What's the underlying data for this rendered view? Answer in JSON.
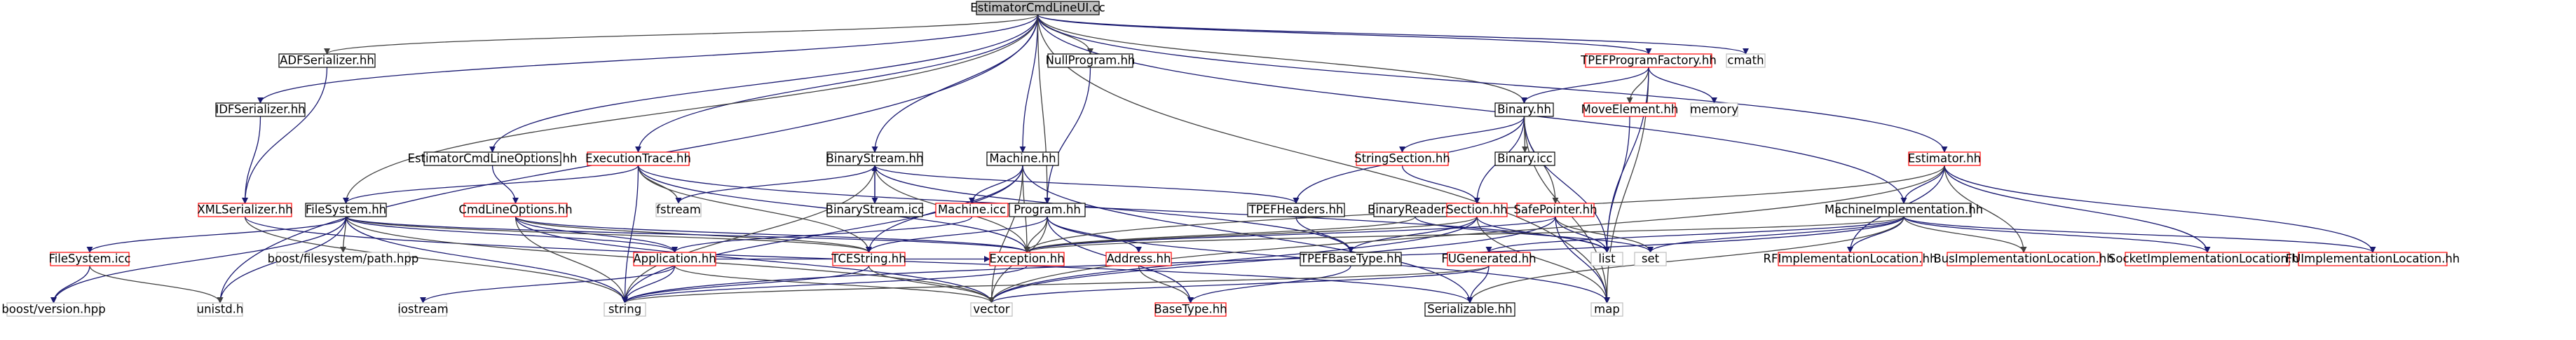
{
  "colors": {
    "main_fill": "#bfbfbf",
    "main_stroke": "#000000",
    "linked_stroke": "#ff0000",
    "plain_stroke": "#bfbfbf",
    "text": "#000000",
    "edge_mid": "#191970",
    "edge_dark": "#404040"
  },
  "nodes": [
    {
      "id": "main",
      "label": "EstimatorCmdLineUI.cc",
      "kind": "main"
    },
    {
      "id": "adfser",
      "label": "ADFSerializer.hh",
      "kind": "black"
    },
    {
      "id": "idfser",
      "label": "IDFSerializer.hh",
      "kind": "black"
    },
    {
      "id": "xmlser",
      "label": "XMLSerializer.hh",
      "kind": "red"
    },
    {
      "id": "nullprog",
      "label": "NullProgram.hh",
      "kind": "black"
    },
    {
      "id": "tpefpf",
      "label": "TPEFProgramFactory.hh",
      "kind": "red"
    },
    {
      "id": "cmath",
      "label": "cmath",
      "kind": "plain"
    },
    {
      "id": "moveel",
      "label": "MoveElement.hh",
      "kind": "red"
    },
    {
      "id": "memory",
      "label": "memory",
      "kind": "plain"
    },
    {
      "id": "binary",
      "label": "Binary.hh",
      "kind": "black"
    },
    {
      "id": "strsec",
      "label": "StringSection.hh",
      "kind": "red"
    },
    {
      "id": "binicc",
      "label": "Binary.icc",
      "kind": "black"
    },
    {
      "id": "estcmdopt",
      "label": "EstimatorCmdLineOptions.hh",
      "kind": "black"
    },
    {
      "id": "cmdopt",
      "label": "CmdLineOptions.hh",
      "kind": "red"
    },
    {
      "id": "exectrace",
      "label": "ExecutionTrace.hh",
      "kind": "red"
    },
    {
      "id": "filesys",
      "label": "FileSystem.hh",
      "kind": "black"
    },
    {
      "id": "filesysicc",
      "label": "FileSystem.icc",
      "kind": "red"
    },
    {
      "id": "boostver",
      "label": "boost/version.hpp",
      "kind": "plain"
    },
    {
      "id": "unistd",
      "label": "unistd.h",
      "kind": "plain"
    },
    {
      "id": "boostfs",
      "label": "boost/filesystem/path.hpp",
      "kind": "plain"
    },
    {
      "id": "fstream",
      "label": "fstream",
      "kind": "plain"
    },
    {
      "id": "binstream",
      "label": "BinaryStream.hh",
      "kind": "black"
    },
    {
      "id": "binstreamicc",
      "label": "BinaryStream.icc",
      "kind": "black"
    },
    {
      "id": "machine",
      "label": "Machine.hh",
      "kind": "black"
    },
    {
      "id": "machineicc",
      "label": "Machine.icc",
      "kind": "red"
    },
    {
      "id": "program",
      "label": "Program.hh",
      "kind": "black"
    },
    {
      "id": "address",
      "label": "Address.hh",
      "kind": "red"
    },
    {
      "id": "basetype",
      "label": "BaseType.hh",
      "kind": "red"
    },
    {
      "id": "tpefhdr",
      "label": "TPEFHeaders.hh",
      "kind": "black"
    },
    {
      "id": "tpefbase",
      "label": "TPEFBaseType.hh",
      "kind": "black"
    },
    {
      "id": "binreader",
      "label": "BinaryReader.hh",
      "kind": "black"
    },
    {
      "id": "section",
      "label": "Section.hh",
      "kind": "red"
    },
    {
      "id": "safeptr",
      "label": "SafePointer.hh",
      "kind": "red"
    },
    {
      "id": "list",
      "label": "list",
      "kind": "plain"
    },
    {
      "id": "set",
      "label": "set",
      "kind": "plain"
    },
    {
      "id": "estimator",
      "label": "Estimator.hh",
      "kind": "red"
    },
    {
      "id": "machimpl",
      "label": "MachineImplementation.hh",
      "kind": "black"
    },
    {
      "id": "fugen",
      "label": "FUGenerated.hh",
      "kind": "red"
    },
    {
      "id": "serializable",
      "label": "Serializable.hh",
      "kind": "black"
    },
    {
      "id": "rfimpl",
      "label": "RFImplementationLocation.hh",
      "kind": "red"
    },
    {
      "id": "busimpl",
      "label": "BusImplementationLocation.hh",
      "kind": "red"
    },
    {
      "id": "sockimpl",
      "label": "SocketImplementationLocation.hh",
      "kind": "red"
    },
    {
      "id": "fuimpl",
      "label": "FUImplementationLocation.hh",
      "kind": "red"
    },
    {
      "id": "map",
      "label": "map",
      "kind": "plain"
    },
    {
      "id": "app",
      "label": "Application.hh",
      "kind": "red"
    },
    {
      "id": "tcestr",
      "label": "TCEString.hh",
      "kind": "red"
    },
    {
      "id": "exception",
      "label": "Exception.hh",
      "kind": "red"
    },
    {
      "id": "iostream",
      "label": "iostream",
      "kind": "plain"
    },
    {
      "id": "string",
      "label": "string",
      "kind": "plain"
    },
    {
      "id": "vector",
      "label": "vector",
      "kind": "plain"
    }
  ],
  "edges": [
    [
      "main",
      "adfser"
    ],
    [
      "main",
      "idfser"
    ],
    [
      "main",
      "unistd"
    ],
    [
      "main",
      "nullprog"
    ],
    [
      "main",
      "tpefpf"
    ],
    [
      "main",
      "cmath"
    ],
    [
      "main",
      "binary"
    ],
    [
      "main",
      "estcmdopt"
    ],
    [
      "main",
      "exectrace"
    ],
    [
      "main",
      "filesys"
    ],
    [
      "main",
      "binstream"
    ],
    [
      "main",
      "machine"
    ],
    [
      "main",
      "program"
    ],
    [
      "main",
      "estimator"
    ],
    [
      "main",
      "machimpl"
    ],
    [
      "main",
      "map"
    ],
    [
      "adfser",
      "xmlser"
    ],
    [
      "idfser",
      "xmlser"
    ],
    [
      "xmlser",
      "string"
    ],
    [
      "xmlser",
      "serializable"
    ],
    [
      "nullprog",
      "program"
    ],
    [
      "tpefpf",
      "moveel"
    ],
    [
      "tpefpf",
      "memory"
    ],
    [
      "tpefpf",
      "binary"
    ],
    [
      "tpefpf",
      "map"
    ],
    [
      "tpefpf",
      "list"
    ],
    [
      "moveel",
      "list"
    ],
    [
      "binary",
      "binicc"
    ],
    [
      "binary",
      "strsec"
    ],
    [
      "binary",
      "section"
    ],
    [
      "binary",
      "safeptr"
    ],
    [
      "binary",
      "tpefhdr"
    ],
    [
      "binary",
      "list"
    ],
    [
      "binary",
      "map"
    ],
    [
      "strsec",
      "section"
    ],
    [
      "estcmdopt",
      "cmdopt"
    ],
    [
      "cmdopt",
      "string"
    ],
    [
      "cmdopt",
      "app"
    ],
    [
      "cmdopt",
      "exception"
    ],
    [
      "cmdopt",
      "tcestr"
    ],
    [
      "cmdopt",
      "vector"
    ],
    [
      "exectrace",
      "filesys"
    ],
    [
      "exectrace",
      "fstream"
    ],
    [
      "exectrace",
      "string"
    ],
    [
      "exectrace",
      "exception"
    ],
    [
      "exectrace",
      "tcestr"
    ],
    [
      "exectrace",
      "list"
    ],
    [
      "filesys",
      "filesysicc"
    ],
    [
      "filesys",
      "boostfs"
    ],
    [
      "filesys",
      "unistd"
    ],
    [
      "filesys",
      "app"
    ],
    [
      "filesys",
      "tcestr"
    ],
    [
      "filesys",
      "exception"
    ],
    [
      "filesys",
      "string"
    ],
    [
      "filesys",
      "vector"
    ],
    [
      "filesys",
      "boostver"
    ],
    [
      "filesysicc",
      "boostver"
    ],
    [
      "filesysicc",
      "unistd"
    ],
    [
      "binstream",
      "fstream"
    ],
    [
      "binstream",
      "binstreamicc"
    ],
    [
      "binstream",
      "exception"
    ],
    [
      "binstream",
      "tpefhdr"
    ],
    [
      "binstream",
      "tpefbase"
    ],
    [
      "binstream",
      "string"
    ],
    [
      "binstreamicc",
      "binstream"
    ],
    [
      "machine",
      "machineicc"
    ],
    [
      "machine",
      "exception"
    ],
    [
      "machine",
      "tcestr"
    ],
    [
      "machine",
      "string"
    ],
    [
      "machine",
      "vector"
    ],
    [
      "machine",
      "serializable"
    ],
    [
      "machineicc",
      "app"
    ],
    [
      "program",
      "exception"
    ],
    [
      "program",
      "address"
    ],
    [
      "program",
      "basetype"
    ],
    [
      "program",
      "vector"
    ],
    [
      "program",
      "tcestr"
    ],
    [
      "program",
      "map"
    ],
    [
      "address",
      "basetype"
    ],
    [
      "tpefhdr",
      "tpefbase"
    ],
    [
      "tpefbase",
      "basetype"
    ],
    [
      "binreader",
      "exception"
    ],
    [
      "binreader",
      "set"
    ],
    [
      "section",
      "tpefbase"
    ],
    [
      "section",
      "exception"
    ],
    [
      "section",
      "list"
    ],
    [
      "section",
      "vector"
    ],
    [
      "section",
      "map"
    ],
    [
      "safeptr",
      "exception"
    ],
    [
      "safeptr",
      "list"
    ],
    [
      "safeptr",
      "set"
    ],
    [
      "safeptr",
      "map"
    ],
    [
      "safeptr",
      "vector"
    ],
    [
      "estimator",
      "exception"
    ],
    [
      "estimator",
      "machimpl"
    ],
    [
      "estimator",
      "rfimpl"
    ],
    [
      "estimator",
      "busimpl"
    ],
    [
      "estimator",
      "sockimpl"
    ],
    [
      "estimator",
      "fuimpl"
    ],
    [
      "estimator",
      "vector"
    ],
    [
      "machimpl",
      "fugen"
    ],
    [
      "machimpl",
      "rfimpl"
    ],
    [
      "machimpl",
      "busimpl"
    ],
    [
      "machimpl",
      "sockimpl"
    ],
    [
      "machimpl",
      "fuimpl"
    ],
    [
      "machimpl",
      "serializable"
    ],
    [
      "machimpl",
      "set"
    ],
    [
      "machimpl",
      "string"
    ],
    [
      "machimpl",
      "exception"
    ],
    [
      "fugen",
      "serializable"
    ],
    [
      "fugen",
      "vector"
    ],
    [
      "fugen",
      "string"
    ],
    [
      "app",
      "iostream"
    ],
    [
      "app",
      "string"
    ],
    [
      "app",
      "vector"
    ],
    [
      "app",
      "exception"
    ],
    [
      "tcestr",
      "string"
    ],
    [
      "tcestr",
      "vector"
    ],
    [
      "exception",
      "string"
    ]
  ]
}
